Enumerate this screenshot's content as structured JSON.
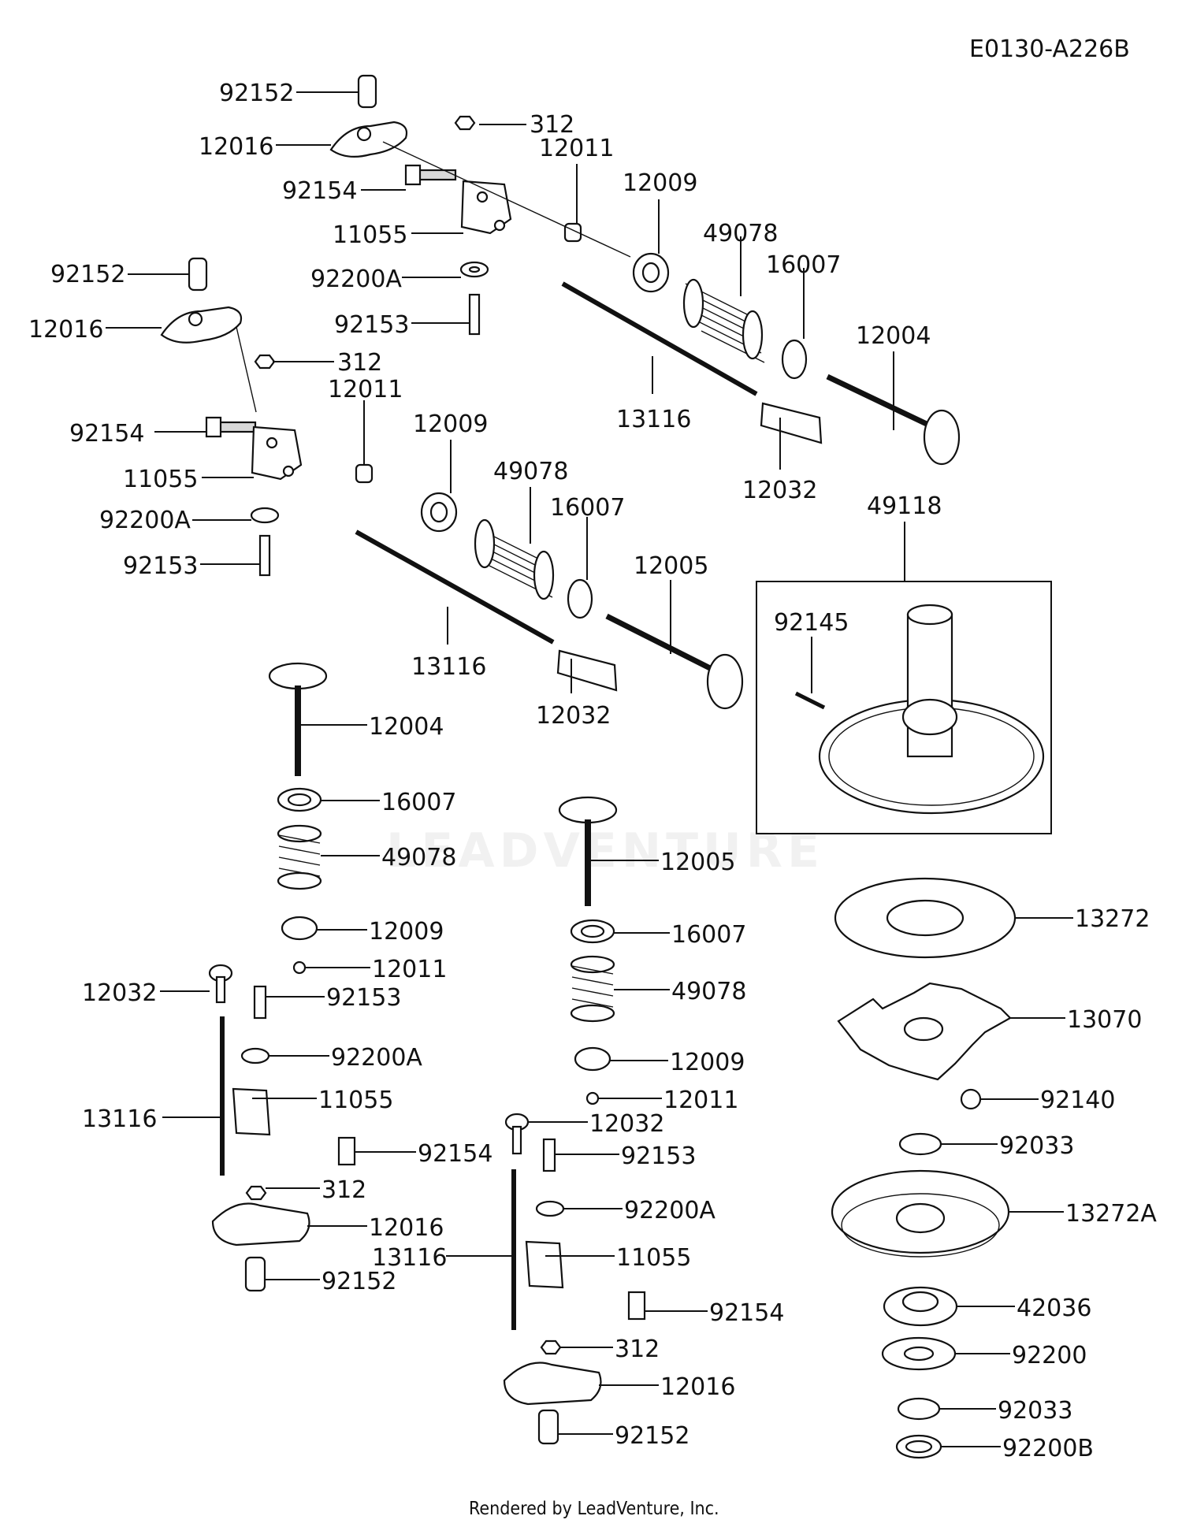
{
  "diagram_code": "E0130-A226B",
  "footer": "Rendered by LeadVenture, Inc.",
  "watermark": "LEADVENTURE",
  "part_labels": [
    "92152",
    "12016",
    "312",
    "12011",
    "92154",
    "12009",
    "11055",
    "49078",
    "16007",
    "92200A",
    "12004",
    "92153",
    "13116",
    "12032",
    "49118",
    "92152",
    "12016",
    "312",
    "12011",
    "92154",
    "12009",
    "11055",
    "49078",
    "16007",
    "92200A",
    "12005",
    "92153",
    "13116",
    "12032",
    "92145",
    "12004",
    "16007",
    "49078",
    "12009",
    "12011",
    "12032",
    "92153",
    "92200A",
    "11055",
    "13116",
    "92154",
    "312",
    "12016",
    "92152",
    "12005",
    "16007",
    "49078",
    "12009",
    "12011",
    "12032",
    "92153",
    "92200A",
    "13116",
    "11055",
    "92154",
    "312",
    "12016",
    "92152",
    "13272",
    "13070",
    "92140",
    "92033",
    "13272A",
    "42036",
    "92200",
    "92033",
    "92200B"
  ]
}
